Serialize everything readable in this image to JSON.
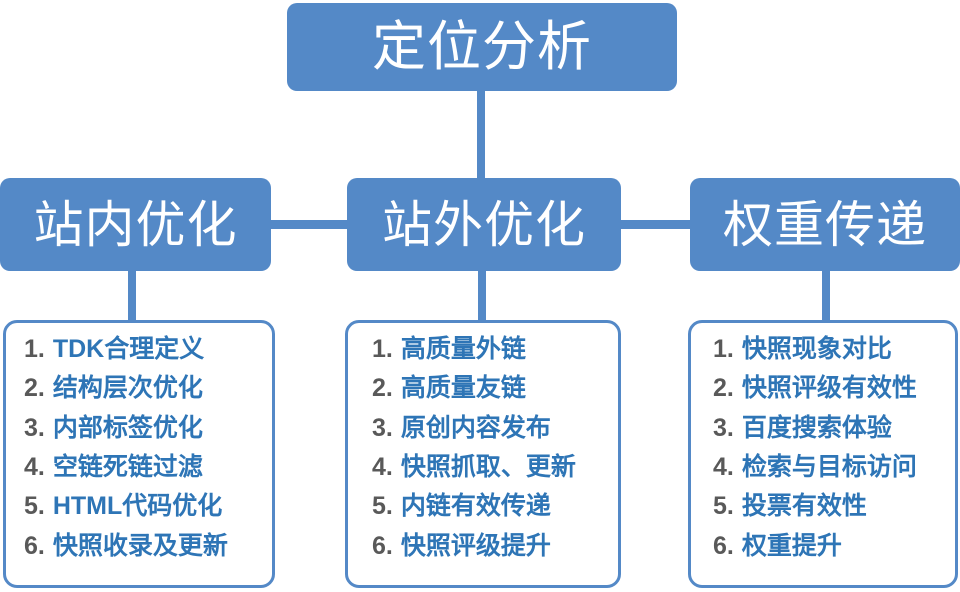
{
  "diagram": {
    "title": "定位分析",
    "type": "hierarchy-tree",
    "colors": {
      "box_fill": "#5489c7",
      "box_text": "#ffffff",
      "connector": "#5489c7",
      "list_border": "#5489c7",
      "list_number": "#595959",
      "list_text": "#2e75b6",
      "background": "#ffffff"
    },
    "root": {
      "label": "定位分析"
    },
    "branches": [
      {
        "key": "onsite",
        "label": "站内优化",
        "items": [
          {
            "num": "1.",
            "text": "TDK合理定义"
          },
          {
            "num": "2.",
            "text": "结构层次优化"
          },
          {
            "num": "3.",
            "text": "内部标签优化"
          },
          {
            "num": "4.",
            "text": "空链死链过滤"
          },
          {
            "num": "5.",
            "text": "HTML代码优化"
          },
          {
            "num": "6.",
            "text": "快照收录及更新"
          }
        ]
      },
      {
        "key": "offsite",
        "label": "站外优化",
        "items": [
          {
            "num": "1.",
            "text": "高质量外链"
          },
          {
            "num": "2.",
            "text": "高质量友链"
          },
          {
            "num": "3.",
            "text": "原创内容发布"
          },
          {
            "num": "4.",
            "text": "快照抓取、更新"
          },
          {
            "num": "5.",
            "text": "内链有效传递"
          },
          {
            "num": "6.",
            "text": "快照评级提升"
          }
        ]
      },
      {
        "key": "weight",
        "label": "权重传递",
        "items": [
          {
            "num": "1.",
            "text": "快照现象对比"
          },
          {
            "num": "2.",
            "text": "快照评级有效性"
          },
          {
            "num": "3.",
            "text": "百度搜索体验"
          },
          {
            "num": "4.",
            "text": "检索与目标访问"
          },
          {
            "num": "5.",
            "text": "投票有效性"
          },
          {
            "num": "6.",
            "text": "权重提升"
          }
        ]
      }
    ]
  }
}
